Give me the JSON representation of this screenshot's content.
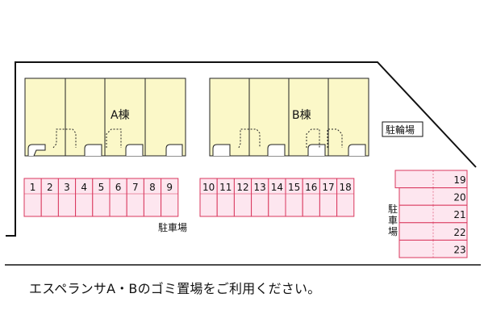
{
  "buildings": [
    {
      "label": "A棟"
    },
    {
      "label": "B棟"
    }
  ],
  "bicycle_parking": {
    "label": "駐輪場"
  },
  "parking_area_label": "駐車場",
  "parking_area_label_side": "駐車場",
  "parking_rows": [
    {
      "spaces": [
        "1",
        "2",
        "3",
        "4",
        "5",
        "6",
        "7",
        "8",
        "9"
      ]
    },
    {
      "spaces": [
        "10",
        "11",
        "12",
        "13",
        "14",
        "15",
        "16",
        "17",
        "18"
      ]
    }
  ],
  "parking_side": {
    "spaces": [
      "19",
      "20",
      "21",
      "22",
      "23"
    ]
  },
  "caption": "エスペランサA・Bのゴミ置場をご利用ください。",
  "colors": {
    "building_fill": "#fbf8c8",
    "parking_fill": "#fde6ef",
    "parking_stroke": "#d9375d",
    "line": "#111111"
  }
}
